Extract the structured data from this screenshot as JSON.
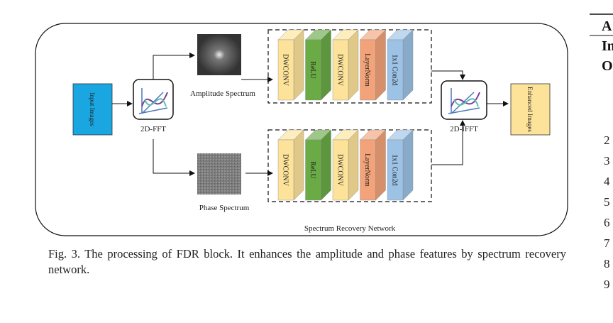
{
  "figure": {
    "input_label": "Input Images",
    "fft_label": "2D-FFT",
    "amplitude_label": "Amplitude Spectrum",
    "phase_label": "Phase Spectrum",
    "network_label": "Spectrum Recovery Network",
    "ifft_label": "2D-IFFT",
    "output_label": "Enhanced Images",
    "blocks": [
      {
        "label": "DWCONV",
        "color": "#fde39a"
      },
      {
        "label": "ReLU",
        "color": "#6aab46"
      },
      {
        "label": "DWCONV",
        "color": "#fde39a"
      },
      {
        "label": "LayerNorm",
        "color": "#f3a37a"
      },
      {
        "label": "1x1 Con2d",
        "color": "#9cc2e6"
      }
    ],
    "input_color": "#1aa6e0",
    "output_color": "#fde39a"
  },
  "caption": "Fig. 3.  The processing of FDR block. It enhances the amplitude and phase features by spectrum recovery network.",
  "right_column": {
    "headings": [
      "A",
      "In",
      "O"
    ],
    "line_numbers": [
      "2",
      "3",
      "4",
      "5",
      "6",
      "7",
      "8",
      "9"
    ]
  }
}
